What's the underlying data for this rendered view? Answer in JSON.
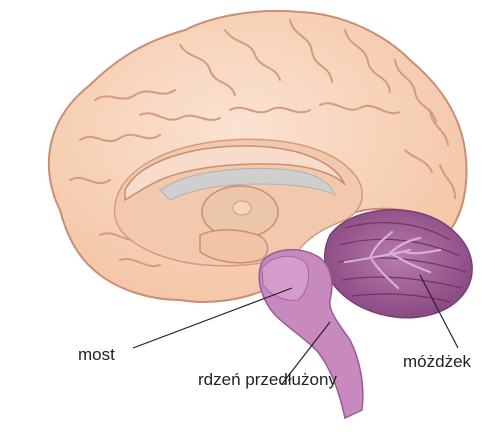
{
  "labels": {
    "pons": "most",
    "medulla": "rdzeń przedłużony",
    "cerebellum": "móżdżek"
  },
  "colors": {
    "cortex_fill": "#f7d2b8",
    "cortex_stroke": "#c98e73",
    "cortex_sulcus": "#d49b80",
    "inner_fill": "#f3c9ad",
    "corpus_callosum": "#f8dccb",
    "ventricle": "#cfcfcf",
    "thalamus": "#ecc6a9",
    "brainstem": "#c889bf",
    "brainstem_dark": "#a866a0",
    "cerebellum": "#9c5a93",
    "cerebellum_light": "#c99bc4",
    "leader_line": "#222222"
  },
  "icons": [
    "brain-sagittal-illustration"
  ]
}
